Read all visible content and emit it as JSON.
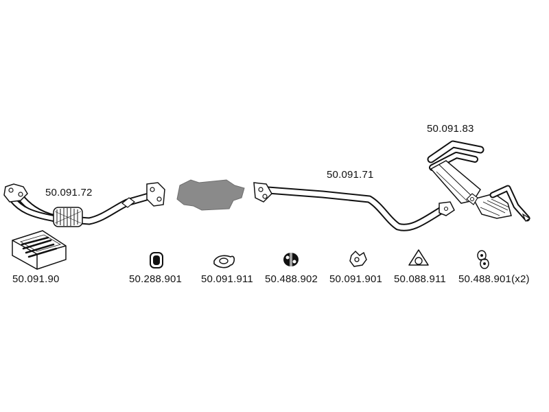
{
  "labels": {
    "front_pipe": "50.091.72",
    "mounting_kit": "50.091.90",
    "middle_pipe": "50.091.71",
    "rear_silencer": "50.091.83",
    "hanger_1": "50.288.901",
    "gasket_1": "50.091.911",
    "hanger_2": "50.488.902",
    "clamp_1": "50.091.901",
    "gasket_2": "50.088.911",
    "hanger_3": "50.488.901(x2)"
  },
  "colors": {
    "ink": "#111111",
    "catalyst_fill": "#8a8a8a",
    "background": "#ffffff"
  },
  "icons": {
    "catalyst": "catalytic-converter-icon",
    "kit": "mounting-kit-box-icon"
  }
}
